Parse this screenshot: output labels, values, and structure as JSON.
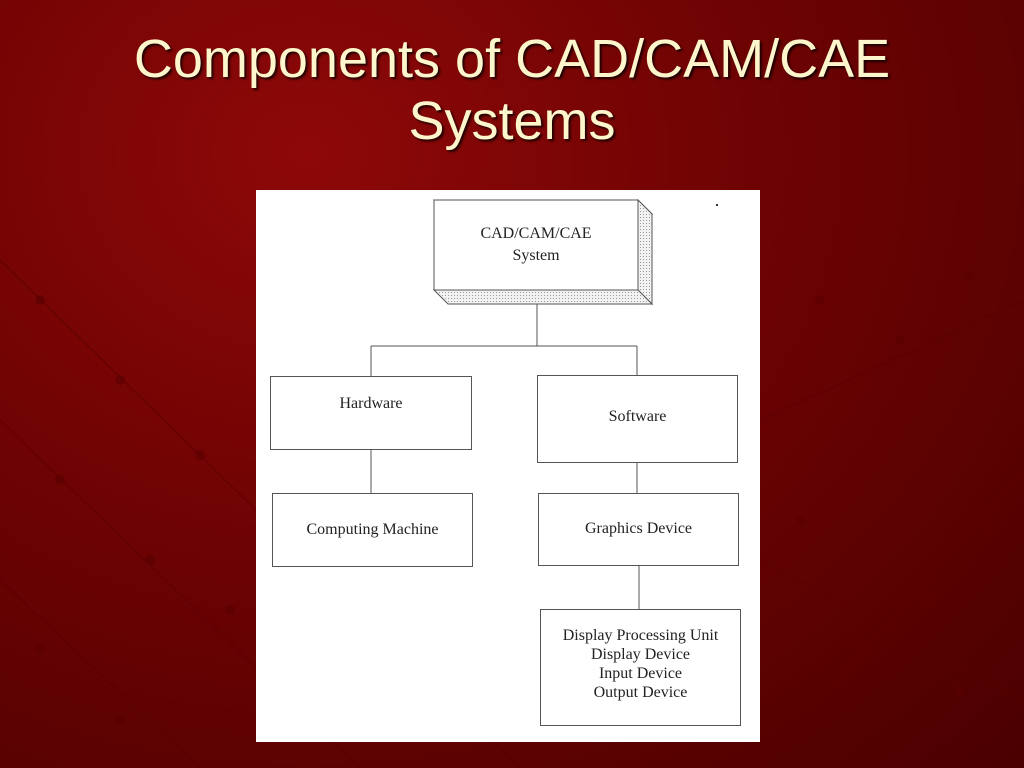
{
  "slide": {
    "title_line1": "Components of CAD/CAM/CAE",
    "title_line2": "Systems"
  },
  "diagram": {
    "root": {
      "line1": "CAD/CAM/CAE",
      "line2": "System"
    },
    "hardware": "Hardware",
    "software": "Software",
    "computing_machine": "Computing Machine",
    "graphics_device": "Graphics Device",
    "graphics_components": [
      "Display Processing Unit",
      "Display Device",
      "Input Device",
      "Output Device"
    ]
  },
  "colors": {
    "background": "#6e0303",
    "title_text": "#fdf5cc",
    "panel": "#ffffff",
    "lines": "#555555"
  }
}
